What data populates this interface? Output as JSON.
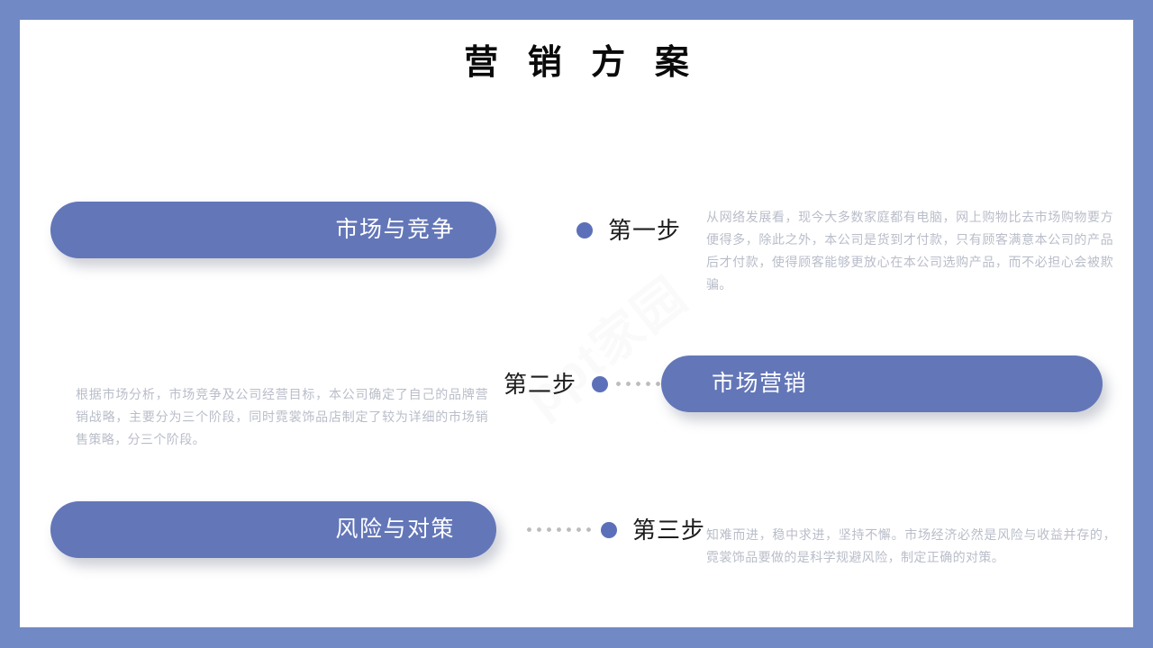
{
  "slide": {
    "title": "营 销 方 案",
    "watermark": "ppt家园",
    "border_color": "#7189c4",
    "pill_color": "#6376b8",
    "dot_color": "#5c70ba",
    "body_text_color": "#b9bdc9"
  },
  "steps": [
    {
      "marker": "第一步",
      "pill_label": "市场与竞争",
      "paragraph": "从网络发展看，现今大多数家庭都有电脑，网上购物比去市场购物要方便得多，除此之外，本公司是货到才付款，只有顾客满意本公司的产品后才付款，使得顾客能够更放心在本公司选购产品，而不必担心会被欺骗。"
    },
    {
      "marker": "第二步",
      "pill_label": "市场营销",
      "paragraph": "根据市场分析，市场竞争及公司经营目标，本公司确定了自己的品牌营销战略，主要分为三个阶段，同时霓裳饰品店制定了较为详细的市场销售策略，分三个阶段。"
    },
    {
      "marker": "第三步",
      "pill_label": "风险与对策",
      "paragraph": "知难而进，稳中求进，坚持不懈。市场经济必然是风险与收益并存的，霓裳饰品要做的是科学规避风险，制定正确的对策。"
    }
  ]
}
